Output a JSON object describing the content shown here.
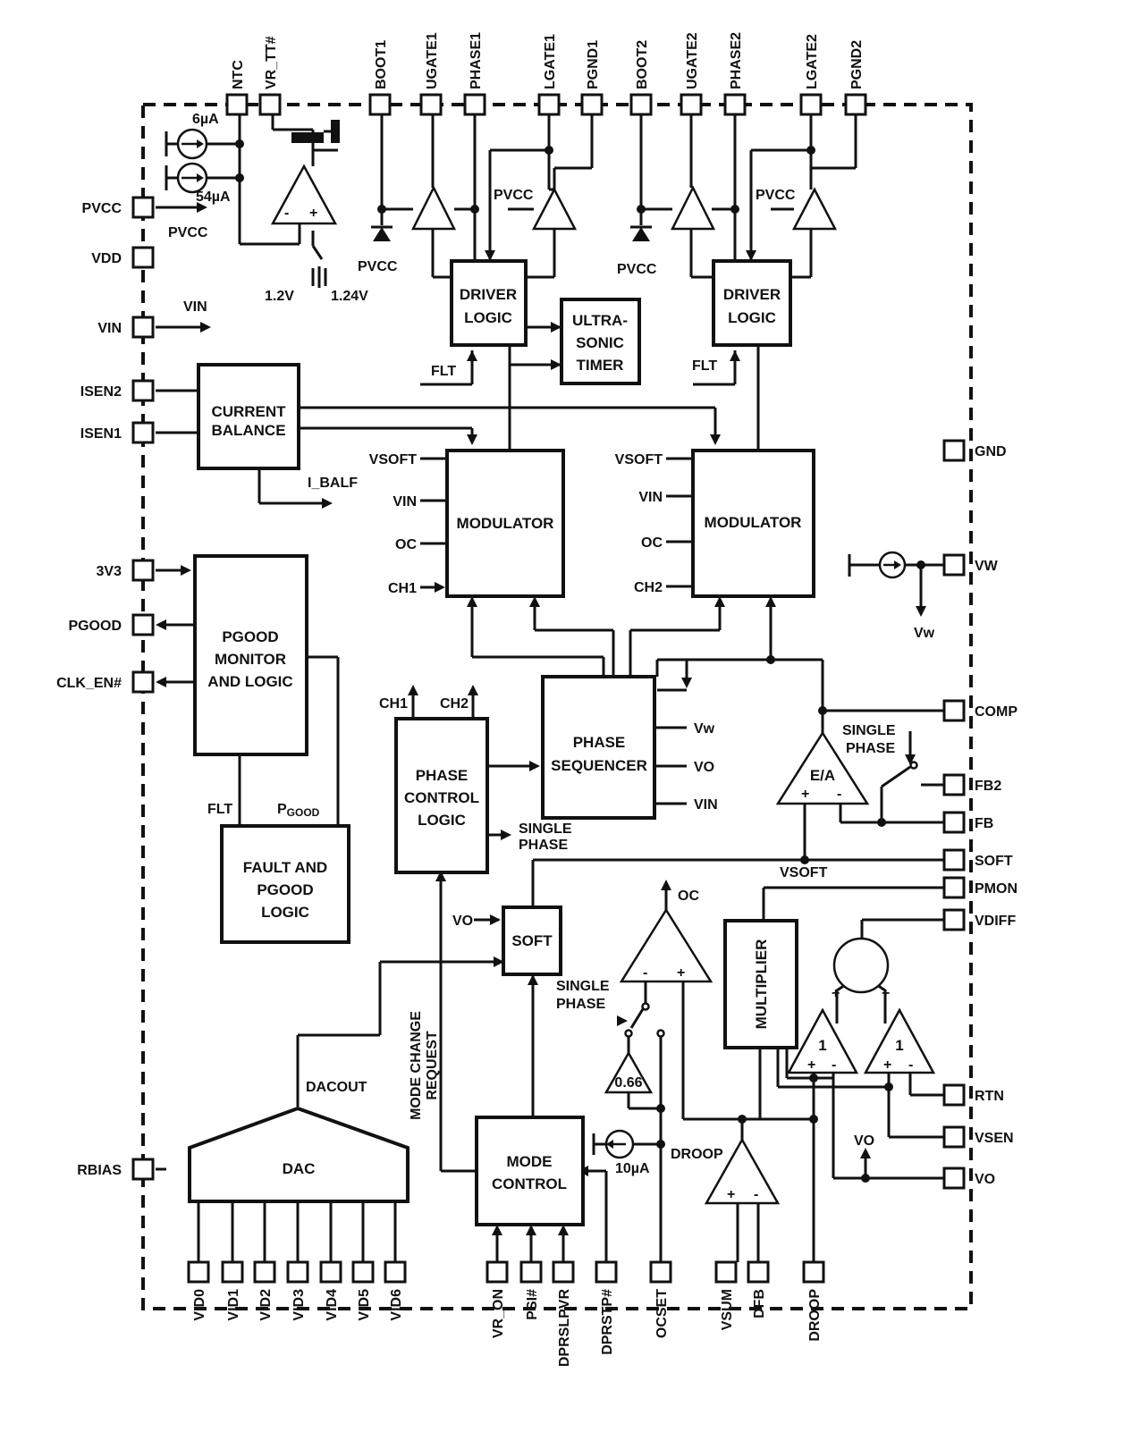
{
  "pins": {
    "top": [
      "NTC",
      "VR_TT#",
      "BOOT1",
      "UGATE1",
      "PHASE1",
      "LGATE1",
      "PGND1",
      "BOOT2",
      "UGATE2",
      "PHASE2",
      "LGATE2",
      "PGND2"
    ],
    "left": [
      "PVCC",
      "VDD",
      "VIN",
      "ISEN2",
      "ISEN1",
      "3V3",
      "PGOOD",
      "CLK_EN#",
      "RBIAS"
    ],
    "right": [
      "GND",
      "VW",
      "COMP",
      "FB2",
      "FB",
      "SOFT",
      "PMON",
      "VDIFF",
      "RTN",
      "VSEN",
      "VO"
    ],
    "bottom": [
      "VID0",
      "VID1",
      "VID2",
      "VID3",
      "VID4",
      "VID5",
      "VID6",
      "VR_ON",
      "PSI#",
      "DPRSLPVR",
      "DPRSTP#",
      "OCSET",
      "VSUM",
      "DFB",
      "DROOP"
    ]
  },
  "blocks": {
    "driver1": [
      "DRIVER",
      "LOGIC"
    ],
    "driver2": [
      "DRIVER",
      "LOGIC"
    ],
    "ultrasonic": [
      "ULTRA-",
      "SONIC",
      "TIMER"
    ],
    "current_balance": [
      "CURRENT",
      "BALANCE"
    ],
    "modulator1": "MODULATOR",
    "modulator2": "MODULATOR",
    "pgood_monitor": [
      "PGOOD",
      "MONITOR",
      "AND LOGIC"
    ],
    "fault_pgood": [
      "FAULT AND",
      "PGOOD",
      "LOGIC"
    ],
    "phase_control": [
      "PHASE",
      "CONTROL",
      "LOGIC"
    ],
    "phase_sequencer": [
      "PHASE",
      "SEQUENCER"
    ],
    "soft": "SOFT",
    "multiplier": "MULTIPLIER",
    "dac": "DAC",
    "mode_control": [
      "MODE",
      "CONTROL"
    ]
  },
  "amps": {
    "ea": "E/A",
    "gain066": "0.66",
    "unity1": "1",
    "unity2": "1",
    "plus": "+",
    "minus": "-"
  },
  "signals": {
    "i6": "6µA",
    "i54": "54µA",
    "pvcc_out": "PVCC",
    "v12": "1.2V",
    "v124": "1.24V",
    "vin_out": "VIN",
    "pvcc_d1": "PVCC",
    "pvcc_drv1": "PVCC",
    "pvcc_d2": "PVCC",
    "pvcc_drv2": "PVCC",
    "flt1": "FLT",
    "flt2": "FLT",
    "i_balf": "I_BALF",
    "m1_in": [
      "VSOFT",
      "VIN",
      "OC",
      "CH1"
    ],
    "m2_in": [
      "VSOFT",
      "VIN",
      "OC",
      "CH2"
    ],
    "vw_lower": "Vw",
    "ch1": "CH1",
    "ch2": "CH2",
    "seq_out": [
      "Vw",
      "VO",
      "VIN"
    ],
    "single_phase_sw": [
      "SINGLE",
      "PHASE"
    ],
    "single_phase_pcl": [
      "SINGLE",
      "PHASE"
    ],
    "single_phase_oc": [
      "SINGLE",
      "PHASE"
    ],
    "flt_f": "FLT",
    "pgood_f": "P",
    "pgood_sub": "GOOD",
    "vsoft": "VSOFT",
    "oc": "OC",
    "vo_soft": "VO",
    "dacout": "DACOUT",
    "mode_change": [
      "MODE CHANGE",
      "REQUEST"
    ],
    "i10": "10µA",
    "droop": "DROOP",
    "vo_right": "VO"
  }
}
